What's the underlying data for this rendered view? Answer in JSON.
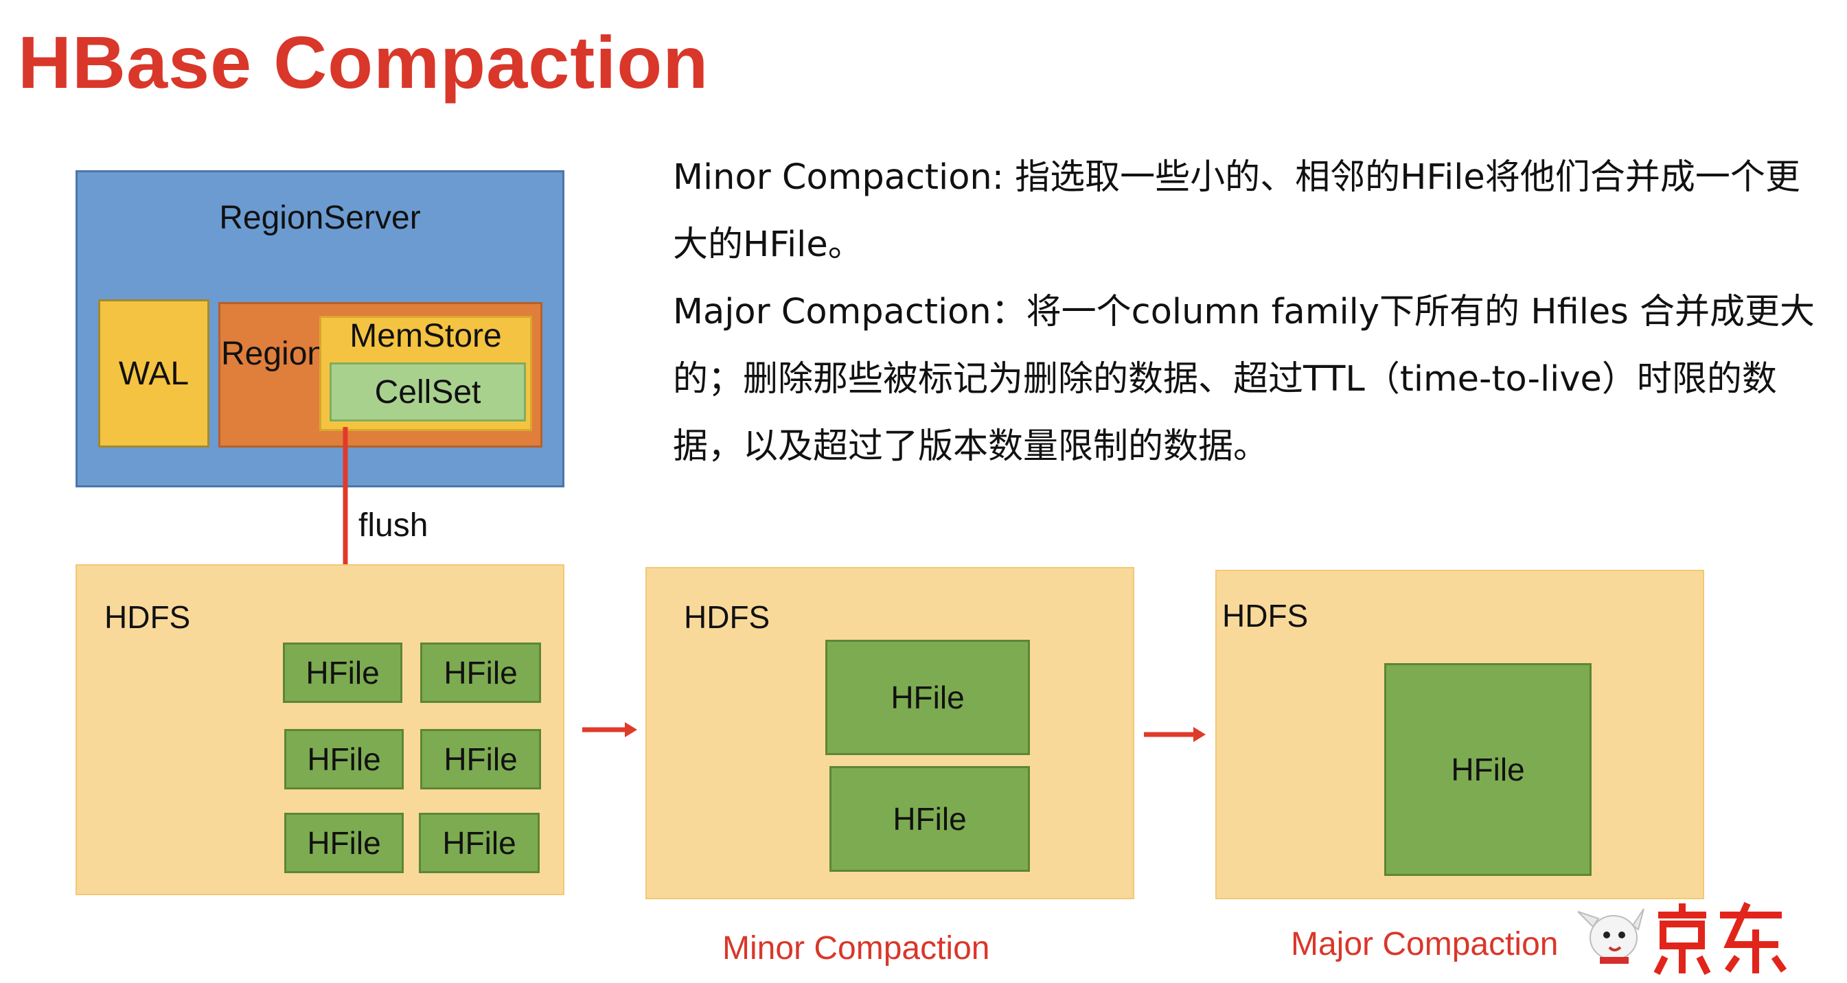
{
  "title": "HBase Compaction",
  "description": {
    "minor": "Minor Compaction: 指选取一些小的、相邻的HFile将他们合并成一个更大的HFile。",
    "major": "Major Compaction：将一个column family下所有的 Hfiles 合并成更大的；删除那些被标记为删除的数据、超过TTL（time-to-live）时限的数据，以及超过了版本数量限制的数据。"
  },
  "region_server": {
    "label": "RegionServer",
    "wal": "WAL",
    "region": "Region",
    "memstore": "MemStore",
    "cellset": "CellSet"
  },
  "flush_label": "flush",
  "hdfs_panels": [
    {
      "label": "HDFS",
      "hfiles": [
        "HFile",
        "HFile",
        "HFile",
        "HFile",
        "HFile",
        "HFile"
      ]
    },
    {
      "label": "HDFS",
      "hfiles": [
        "HFile",
        "HFile"
      ]
    },
    {
      "label": "HDFS",
      "hfiles": [
        "HFile"
      ]
    }
  ],
  "captions": {
    "minor": "Minor Compaction",
    "major": "Major Compaction"
  },
  "logo": {
    "text": "京东"
  },
  "colors": {
    "title_red": "#d9372a",
    "region_server_blue": "#6b9bd1",
    "wal_yellow": "#f5c342",
    "region_orange": "#e07e3c",
    "cellset_green": "#a9d18e",
    "hfile_green": "#7dab51",
    "hdfs_tan": "#f9d99a",
    "arrow_red": "#e03a2a"
  }
}
